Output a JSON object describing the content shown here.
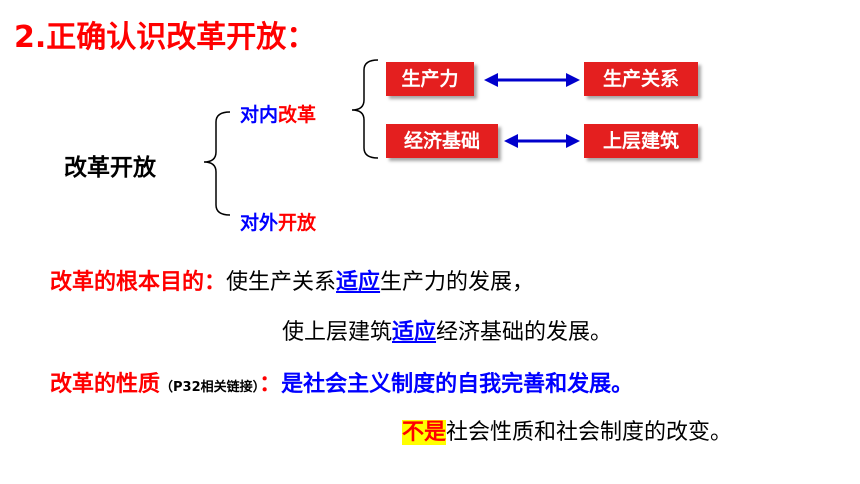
{
  "title": "2.正确认识改革开放：",
  "tree": {
    "root": "改革开放",
    "internal": {
      "part1": "对内",
      "part2": "改革"
    },
    "external": {
      "part1": "对外",
      "part2": "开放"
    },
    "pairs": [
      {
        "left": "生产力",
        "right": "生产关系"
      },
      {
        "left": "经济基础",
        "right": "上层建筑"
      }
    ]
  },
  "purpose": {
    "label": "改革的根本目的：",
    "line1": {
      "a": "使生产关系",
      "b": "适应",
      "c": "生产力的发展，"
    },
    "line2": {
      "a": "使上层建筑",
      "b": "适应",
      "c": "经济基础的发展。"
    }
  },
  "nature": {
    "label": "改革的性质",
    "note": "（P32相关链接）",
    "colon": "：",
    "statement": "是社会主义制度的自我完善和发展。",
    "negation": {
      "highlight": "不是",
      "rest": "社会性质和社会制度的改变。"
    }
  },
  "colors": {
    "red": "#ff0000",
    "box_red": "#e41f1f",
    "blue": "#0000ff",
    "highlight": "#ffff00"
  }
}
